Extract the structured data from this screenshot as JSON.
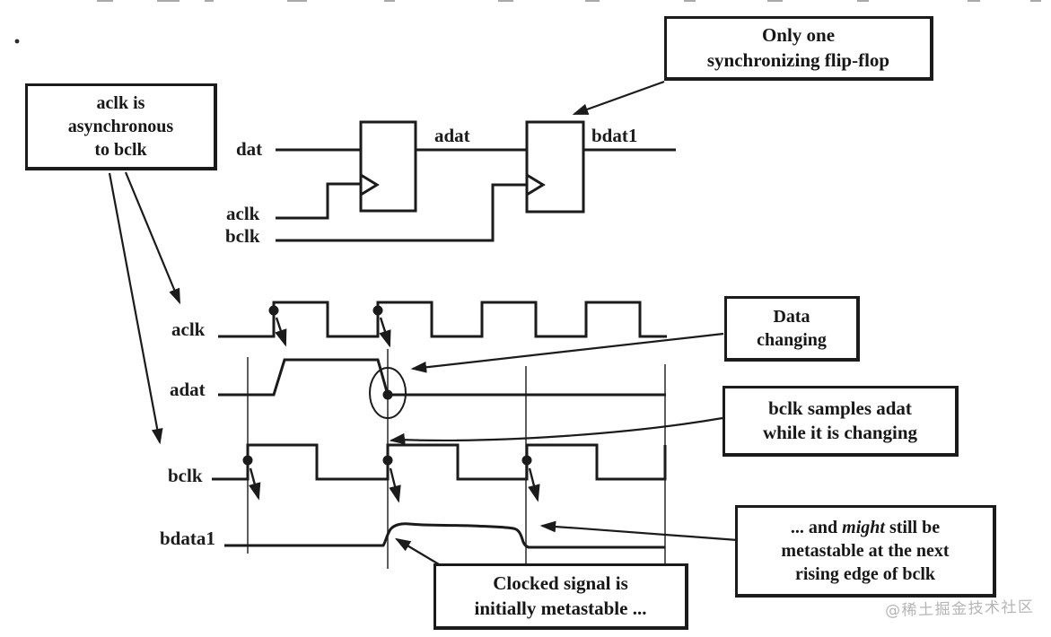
{
  "colors": {
    "ink": "#1b1b1b",
    "paper": "#ffffff",
    "watermark": "#b5b5b5"
  },
  "circuit": {
    "dat_label": "dat",
    "adat_label": "adat",
    "bdat1_label": "bdat1",
    "aclk_label": "aclk",
    "bclk_label": "bclk"
  },
  "waveforms": {
    "aclk_label": "aclk",
    "adat_label": "adat",
    "bclk_label": "bclk",
    "bdata1_label": "bdata1"
  },
  "callouts": {
    "async": {
      "line1": "aclk is",
      "line2": "asynchronous",
      "line3": "to bclk"
    },
    "only_one": {
      "line1": "Only one",
      "line2": "synchronizing flip-flop"
    },
    "data_changing": {
      "line1": "Data",
      "line2": "changing"
    },
    "samples": {
      "line1": "bclk samples adat",
      "line2": "while it is changing"
    },
    "metastable_next": {
      "line1_prefix": "... and ",
      "line1_italic": "might",
      "line1_suffix": " still be",
      "line2": "metastable at the next",
      "line3": "rising edge of bclk"
    },
    "clocked": {
      "line1": "Clocked signal is",
      "line2": "initially metastable ..."
    }
  },
  "watermark": "@稀土掘金技术社区"
}
